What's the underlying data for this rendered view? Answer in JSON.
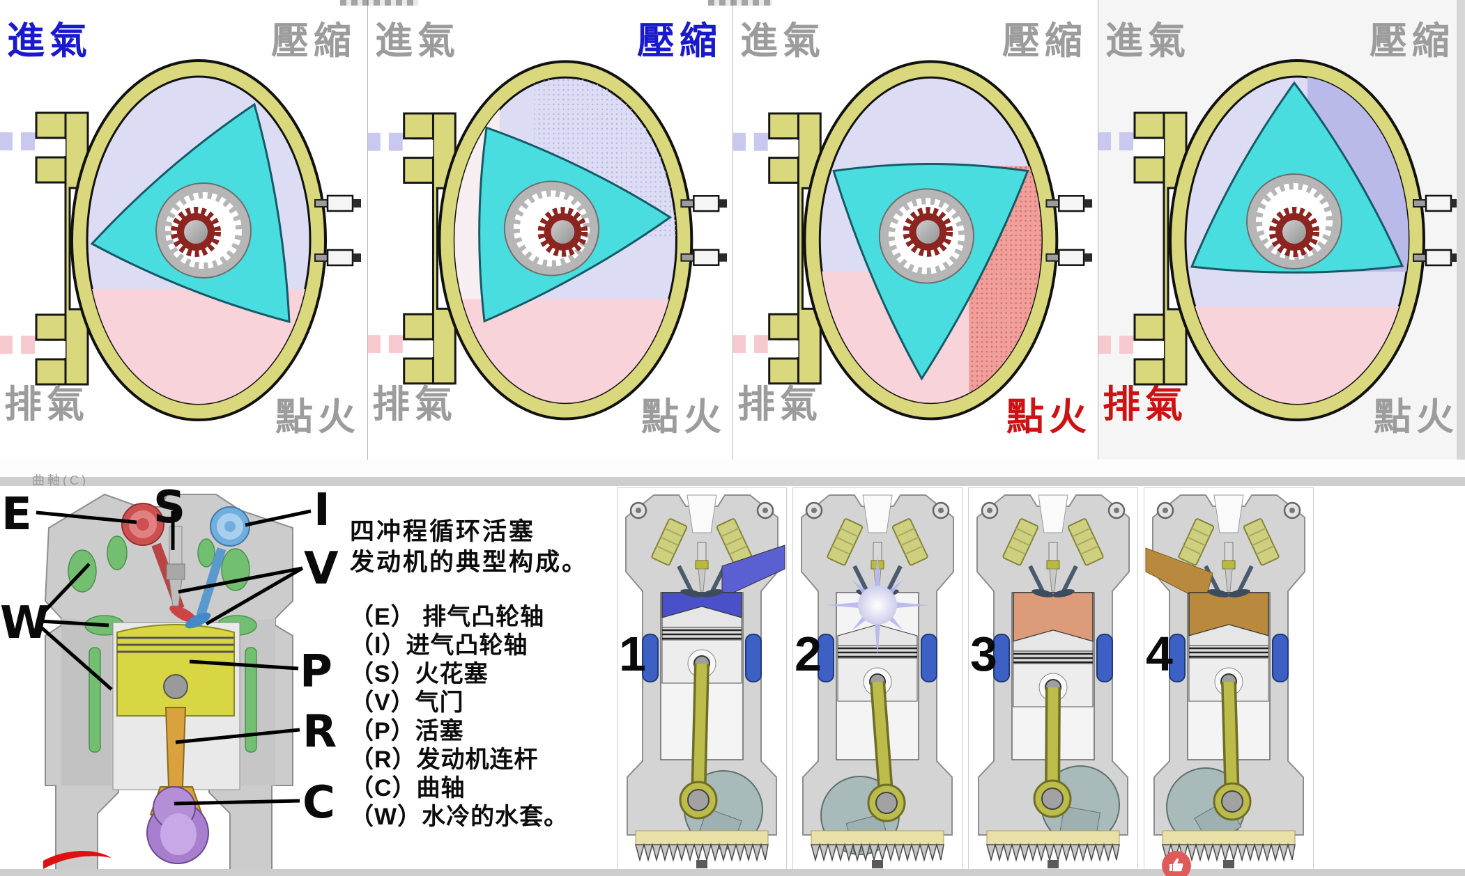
{
  "rotary_section": {
    "inactive_color": "#9c9c9c",
    "housing_color": "#d9d87d",
    "rotor_color": "#4adde0",
    "chamber_intake_color": "#dcdcf4",
    "chamber_exhaust_color": "#f8d3da",
    "chamber_fire_color": "#f0a09a",
    "chamber_compress_dark": "#b9b9ea",
    "panels": [
      {
        "stage": "intake",
        "active": "top_left",
        "active_color": "#1a1acd",
        "labels": {
          "top_left": "進氣",
          "top_right": "壓縮",
          "bottom_left": "排氣",
          "bottom_right": "點火"
        }
      },
      {
        "stage": "compression",
        "active": "top_right",
        "active_color": "#1a1acd",
        "labels": {
          "top_left": "進氣",
          "top_right": "壓縮",
          "bottom_left": "排氣",
          "bottom_right": "點火"
        }
      },
      {
        "stage": "ignition",
        "active": "bottom_right",
        "active_color": "#cc1212",
        "labels": {
          "top_left": "進氣",
          "top_right": "壓縮",
          "bottom_left": "排氣",
          "bottom_right": "點火"
        }
      },
      {
        "stage": "exhaust",
        "active": "bottom_left",
        "active_color": "#cc1212",
        "labels": {
          "top_left": "進氣",
          "top_right": "壓縮",
          "bottom_left": "排氣",
          "bottom_right": "點火"
        }
      }
    ]
  },
  "divider": {
    "fragment_left": "曲軸(C)"
  },
  "cutaway": {
    "letters": [
      {
        "label": "E"
      },
      {
        "label": "S"
      },
      {
        "label": "I"
      },
      {
        "label": "V"
      },
      {
        "label": "W"
      },
      {
        "label": "P"
      },
      {
        "label": "R"
      },
      {
        "label": "C"
      }
    ]
  },
  "legend": {
    "title_line1": "四冲程循环活塞",
    "title_line2": "发动机的典型构成。",
    "items": [
      "（E） 排气凸轮轴",
      "（I）进气凸轮轴",
      "（S）火花塞",
      "（V）气门",
      "（P）活塞",
      "（R）发动机连杆",
      "（C）曲轴",
      "（W）水冷的水套。"
    ]
  },
  "piston_section": {
    "panels": [
      {
        "number": "1",
        "stage": "intake"
      },
      {
        "number": "2",
        "stage": "ignition"
      },
      {
        "number": "3",
        "stage": "power"
      },
      {
        "number": "4",
        "stage": "exhaust"
      }
    ]
  },
  "badge": {
    "icon": "thumbs-up-icon",
    "color": "#e05a5a"
  }
}
